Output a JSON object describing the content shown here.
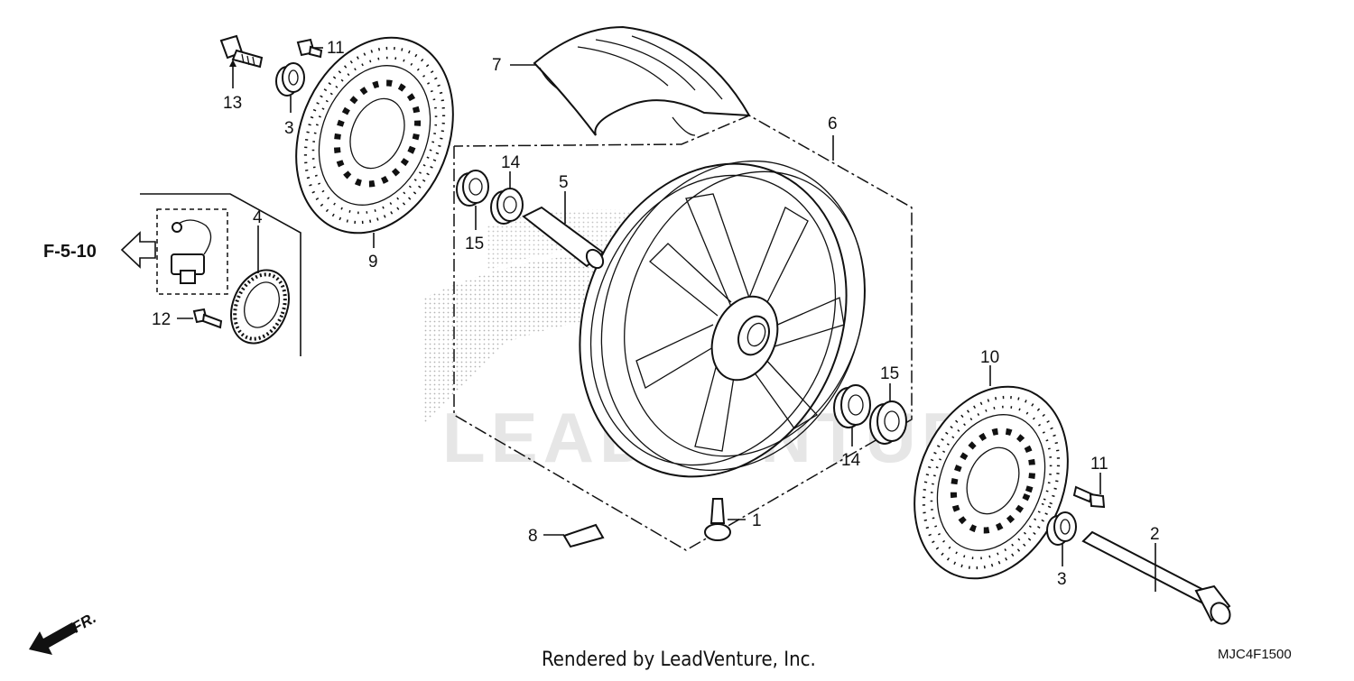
{
  "diagram": {
    "callouts": [
      {
        "id": "c1",
        "label": "1"
      },
      {
        "id": "c2",
        "label": "2"
      },
      {
        "id": "c3a",
        "label": "3"
      },
      {
        "id": "c3b",
        "label": "3"
      },
      {
        "id": "c4",
        "label": "4"
      },
      {
        "id": "c5",
        "label": "5"
      },
      {
        "id": "c6",
        "label": "6"
      },
      {
        "id": "c7",
        "label": "7"
      },
      {
        "id": "c8",
        "label": "8"
      },
      {
        "id": "c9",
        "label": "9"
      },
      {
        "id": "c10",
        "label": "10"
      },
      {
        "id": "c11a",
        "label": "11"
      },
      {
        "id": "c11b",
        "label": "11"
      },
      {
        "id": "c12",
        "label": "12"
      },
      {
        "id": "c13",
        "label": "13"
      },
      {
        "id": "c14a",
        "label": "14"
      },
      {
        "id": "c14b",
        "label": "14"
      },
      {
        "id": "c15a",
        "label": "15"
      },
      {
        "id": "c15b",
        "label": "15"
      }
    ],
    "reference": "F-5-10",
    "direction_label": "FR.",
    "watermark": "LEADVENTURE",
    "footer_credit": "Rendered by LeadVenture, Inc.",
    "diagram_code": "MJC4F1500"
  }
}
